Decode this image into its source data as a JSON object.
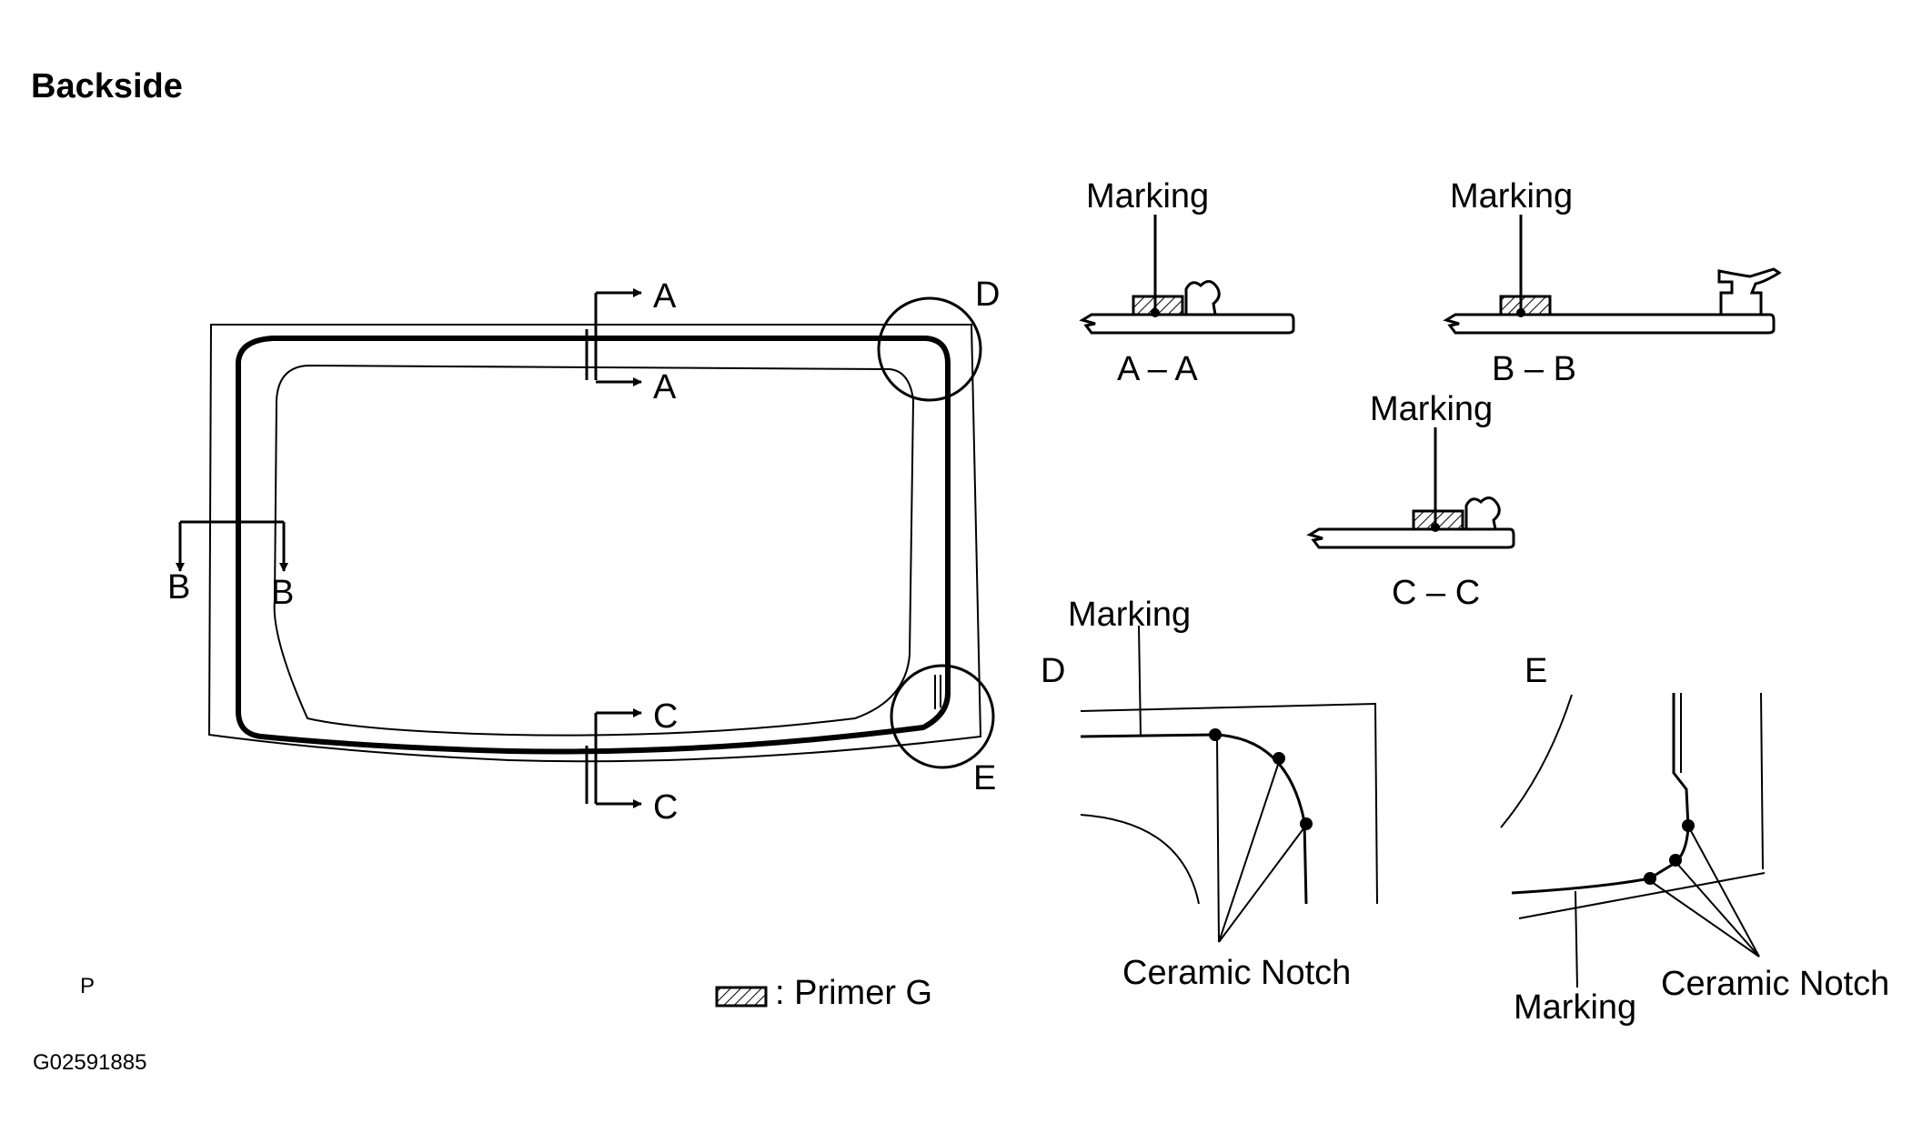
{
  "title": "Backside",
  "cut_labels": {
    "a1": "A",
    "a2": "A",
    "b1": "B",
    "b2": "B",
    "c1": "C",
    "c2": "C",
    "d": "D",
    "e": "E"
  },
  "sections": {
    "aa": {
      "marking": "Marking",
      "name": "A – A"
    },
    "bb": {
      "marking": "Marking",
      "name": "B – B"
    },
    "cc": {
      "marking": "Marking",
      "name": "C – C"
    }
  },
  "detail_d": {
    "tag": "D",
    "marking": "Marking",
    "notch": "Ceramic Notch"
  },
  "detail_e": {
    "tag": "E",
    "marking": "Marking",
    "notch": "Ceramic Notch"
  },
  "legend": {
    "text": ": Primer G"
  },
  "corner_letter": "P",
  "figure_code": "G02591885"
}
